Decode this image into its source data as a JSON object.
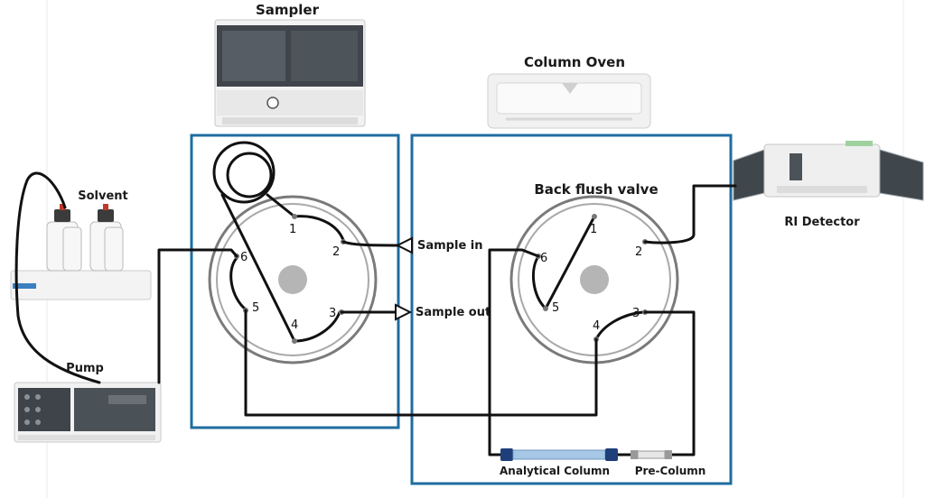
{
  "labels": {
    "sampler": "Sampler",
    "column_oven": "Column Oven",
    "solvent": "Solvent",
    "pump": "Pump",
    "ri_detector": "RI Detector",
    "back_flush_valve": "Back flush valve",
    "sample_in": "Sample in",
    "sample_out": "Sample out",
    "analytical_column": "Analytical Column",
    "pre_column": "Pre-Column"
  },
  "injector_ports": [
    "1",
    "2",
    "3",
    "4",
    "5",
    "6"
  ],
  "backflush_ports": [
    "1",
    "2",
    "3",
    "4",
    "5",
    "6"
  ],
  "colors": {
    "frame": "#1f6da0",
    "tubing": "#111111",
    "hub": "#b5b5b5",
    "instrument_body": "#eeeeee",
    "instrument_dark": "#3a3f44"
  }
}
